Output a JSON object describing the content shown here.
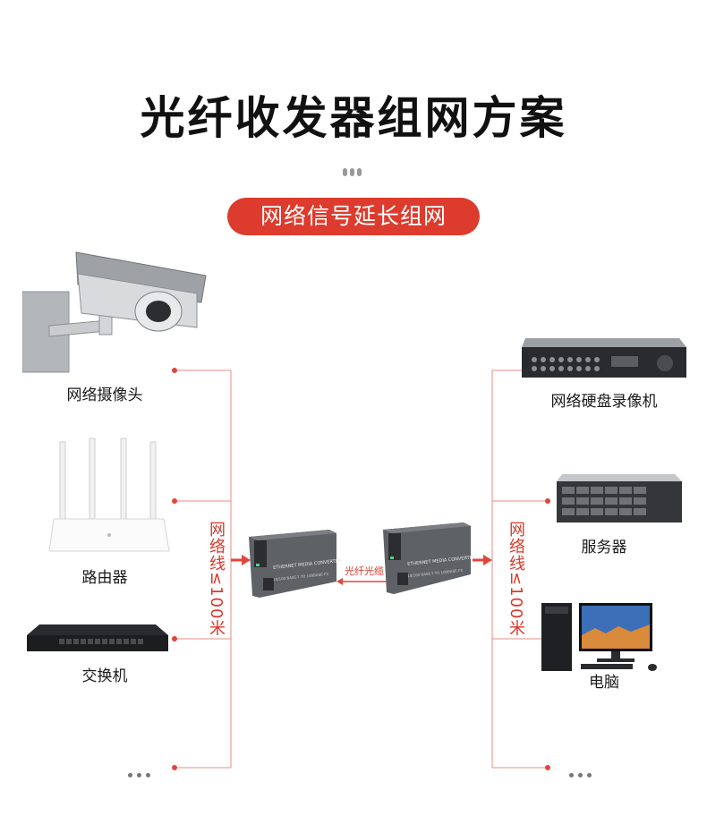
{
  "title": "光纤收发器组网方案",
  "subtitle": "网络信号延长组网",
  "left_devices": [
    {
      "label": "网络摄像头",
      "icon": "ip-camera-icon"
    },
    {
      "label": "路由器",
      "icon": "router-icon"
    },
    {
      "label": "交换机",
      "icon": "switch-icon"
    }
  ],
  "right_devices": [
    {
      "label": "网络硬盘录像机",
      "icon": "nvr-icon"
    },
    {
      "label": "服务器",
      "icon": "server-icon"
    },
    {
      "label": "电脑",
      "icon": "desktop-computer-icon"
    }
  ],
  "left_distance": "网络线≤100米",
  "right_distance": "网络线≤100米",
  "fiber_label": "光纤光缆",
  "converter_text": "ETHERNET MEDIA CONVERTER",
  "converter_subtext": "10/100 BASE-T TO 100BASE-FX",
  "colors": {
    "accent": "#dd3b2d",
    "line": "#e0453a",
    "device": "#5e6166"
  }
}
